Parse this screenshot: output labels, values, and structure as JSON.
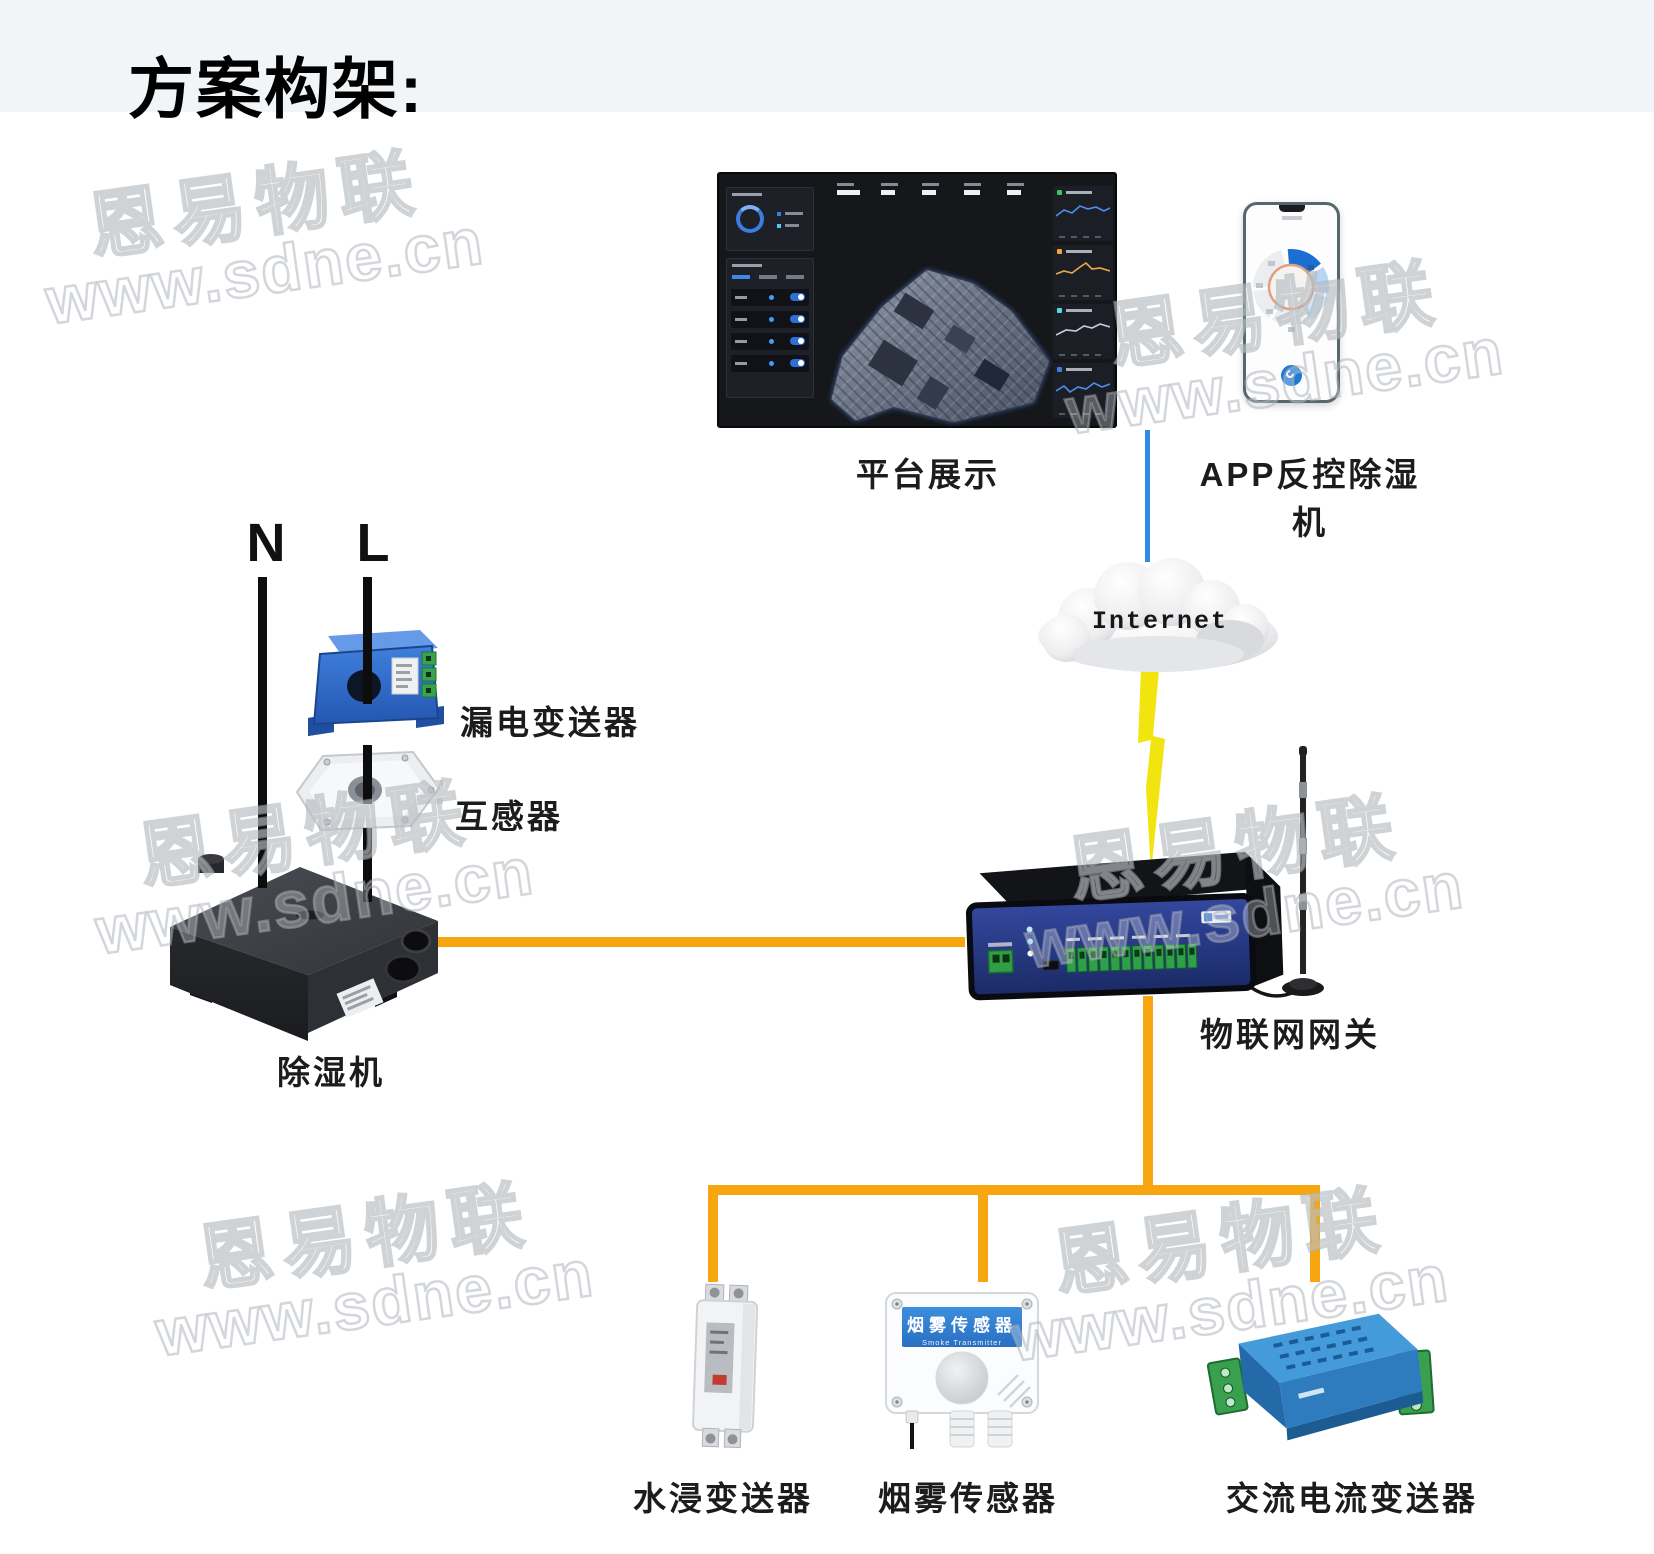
{
  "header": {
    "title": "方案构架:"
  },
  "watermark": {
    "line1": "恩易物联",
    "line2": "www.sdne.cn"
  },
  "labels": {
    "platform": "平台展示",
    "app": "APP反控除湿机",
    "internet": "Internet",
    "wire_n": "N",
    "wire_l": "L",
    "leakage": "漏电变送器",
    "transformer": "互感器",
    "dehumidifier": "除湿机",
    "gateway": "物联网网关",
    "water": "水浸变送器",
    "smoke": "烟雾传感器",
    "ac": "交流电流变送器"
  },
  "devices": {
    "smoke_panel": {
      "title": "烟雾传感器",
      "subtitle": "Smoke Transmitter"
    }
  },
  "colors": {
    "orange": "#F7A60F",
    "blue": "#2E8BE8",
    "yellow": "#F2E40E",
    "label_dark": "#1c1c1c"
  }
}
